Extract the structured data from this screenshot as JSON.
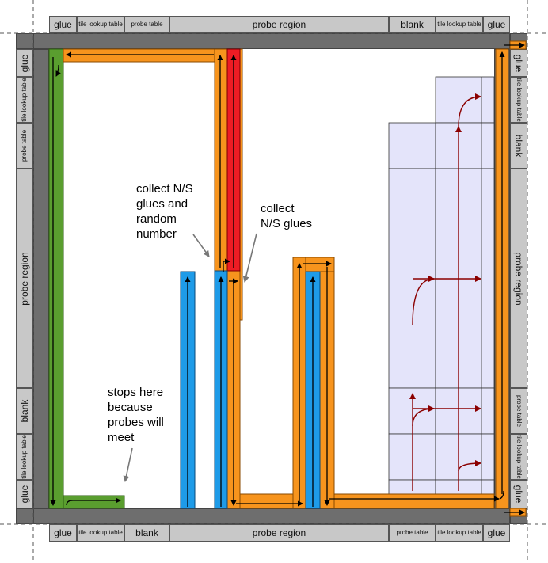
{
  "top_labels": [
    "glue",
    "tile lookup table",
    "probe table",
    "probe region",
    "blank",
    "tile lookup table",
    "glue"
  ],
  "bottom_labels": [
    "glue",
    "tile lookup table",
    "blank",
    "probe region",
    "probe table",
    "tile lookup table",
    "glue"
  ],
  "left_labels": [
    "glue",
    "tile lookup table",
    "probe table",
    "probe region",
    "blank",
    "tile lookup table",
    "glue"
  ],
  "right_labels": [
    "glue",
    "tile lookup table",
    "blank",
    "probe region",
    "probe table",
    "tile lookup table",
    "glue"
  ],
  "annotations": {
    "collect_glues_random": "collect N/S\nglues and\nrandom\nnumber",
    "collect_glues": "collect\nN/S glues",
    "stops_here": "stops here\nbecause\nprobes will\nmeet"
  },
  "colors": {
    "green": "#5a9e2f",
    "orange": "#f7941d",
    "red": "#ee1c24",
    "blue": "#1e9be8",
    "lavender": "#e4e4fa",
    "dark_red": "#8b0000",
    "gray": "#c8c8c8",
    "dark_gray": "#6e6e6e"
  }
}
